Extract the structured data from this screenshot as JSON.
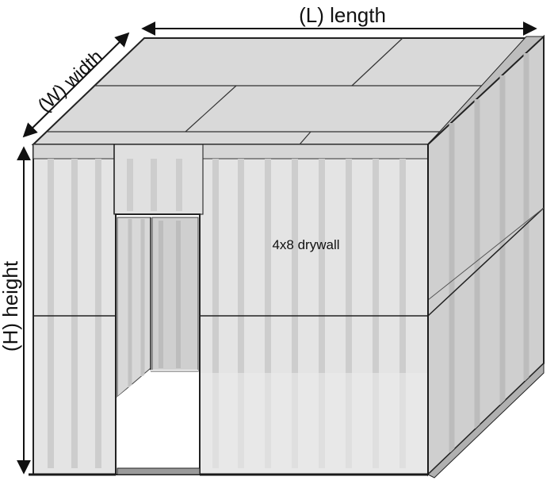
{
  "labels": {
    "length": "(L) length",
    "width": "(W) width",
    "height": "(H) height",
    "panel": "4x8 drywall"
  },
  "colors": {
    "roof": "#d9d9d9",
    "front_wall": "#e4e4e4",
    "side_wall": "#cfcfcf",
    "stud": "#c9c9c9",
    "outline": "#1a1a1a",
    "interior": "#ffffff",
    "floor_strip": "#9a9a9a"
  }
}
